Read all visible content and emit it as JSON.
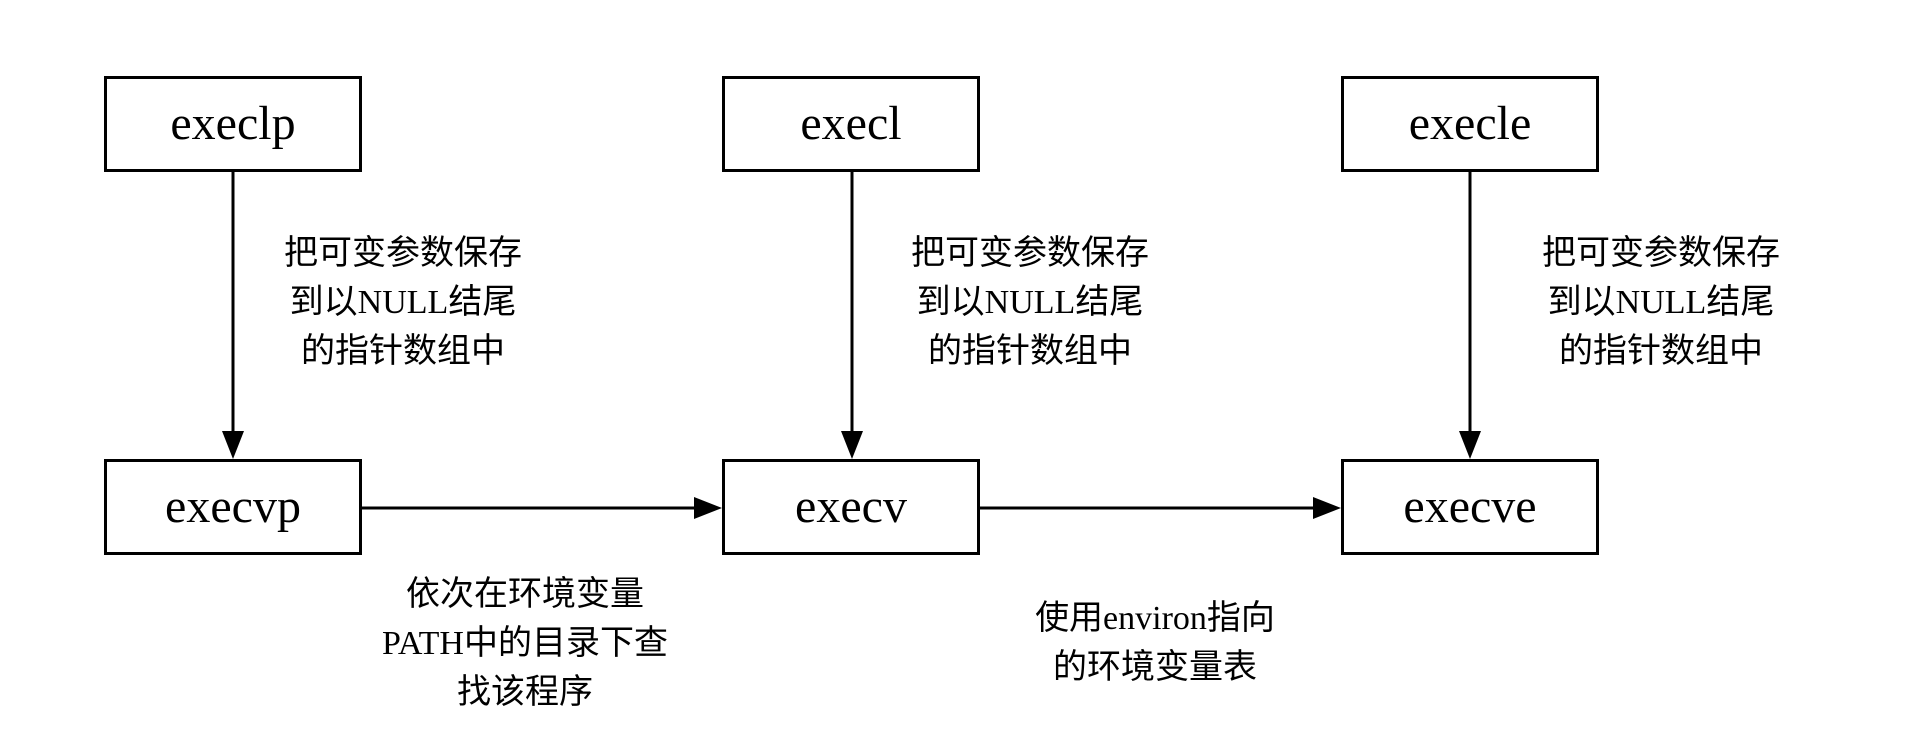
{
  "diagram": {
    "boxes": {
      "execlp": {
        "label": "execlp"
      },
      "execl": {
        "label": "execl"
      },
      "execle": {
        "label": "execle"
      },
      "execvp": {
        "label": "execvp"
      },
      "execv": {
        "label": "execv"
      },
      "execve": {
        "label": "execve"
      }
    },
    "annotations": {
      "execlp_to_execvp": {
        "line1": "把可变参数保存",
        "line2": "到以NULL结尾",
        "line3": "的指针数组中"
      },
      "execl_to_execv": {
        "line1": "把可变参数保存",
        "line2": "到以NULL结尾",
        "line3": "的指针数组中"
      },
      "execle_to_execve": {
        "line1": "把可变参数保存",
        "line2": "到以NULL结尾",
        "line3": "的指针数组中"
      },
      "execvp_to_execv": {
        "line1": "依次在环境变量",
        "line2": "PATH中的目录下查",
        "line3": "找该程序"
      },
      "execv_to_execve": {
        "line1": "使用environ指向",
        "line2": "的环境变量表"
      }
    },
    "colors": {
      "line": "#000000",
      "background": "#ffffff",
      "text": "#000000"
    }
  }
}
